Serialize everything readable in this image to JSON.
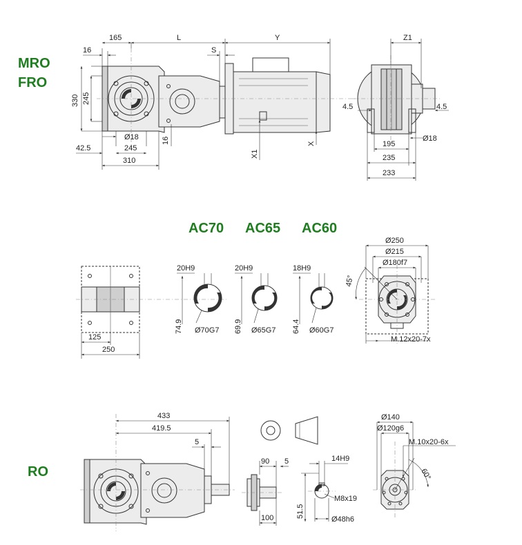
{
  "labels": {
    "mro": "MRO",
    "fro": "FRO",
    "ac70": "AC70",
    "ac65": "AC65",
    "ac60": "AC60",
    "ro": "RO"
  },
  "top": {
    "d165": "165",
    "dL": "L",
    "dY": "Y",
    "d16a": "16",
    "dS": "S",
    "d330": "330",
    "d245v": "245",
    "d18": "Ø18",
    "d16b": "16",
    "d42_5": "42.5",
    "d245h": "245",
    "d310": "310",
    "dX1": "X1",
    "dX": "X"
  },
  "side": {
    "dZ1": "Z1",
    "d4_5l": "4.5",
    "d4_5r": "4.5",
    "d18": "Ø18",
    "d195": "195",
    "d235": "235",
    "d233": "233"
  },
  "mid": {
    "d125": "125",
    "d250": "250",
    "ac70_key": "20H9",
    "ac70_h": "74.9",
    "ac70_d": "Ø70G7",
    "ac65_key": "20H9",
    "ac65_h": "69.9",
    "ac65_d": "Ø65G7",
    "ac60_key": "18H9",
    "ac60_h": "64.4",
    "ac60_d": "Ø60G7",
    "fl_d250": "Ø250",
    "fl_d215": "Ø215",
    "fl_d180": "Ø180f7",
    "fl_angle": "45°",
    "fl_thread": "M.12x20-7x"
  },
  "bottom": {
    "d433": "433",
    "d419_5": "419.5",
    "d5a": "5",
    "d90": "90",
    "d5b": "5",
    "d100": "100",
    "d14h9": "14H9",
    "d51_5": "51.5",
    "dM8": "M8x19",
    "d48h6": "Ø48h6",
    "fl_d140": "Ø140",
    "fl_d120": "Ø120g6",
    "fl_thread": "M.10x20-6x",
    "fl_angle": "60°"
  }
}
